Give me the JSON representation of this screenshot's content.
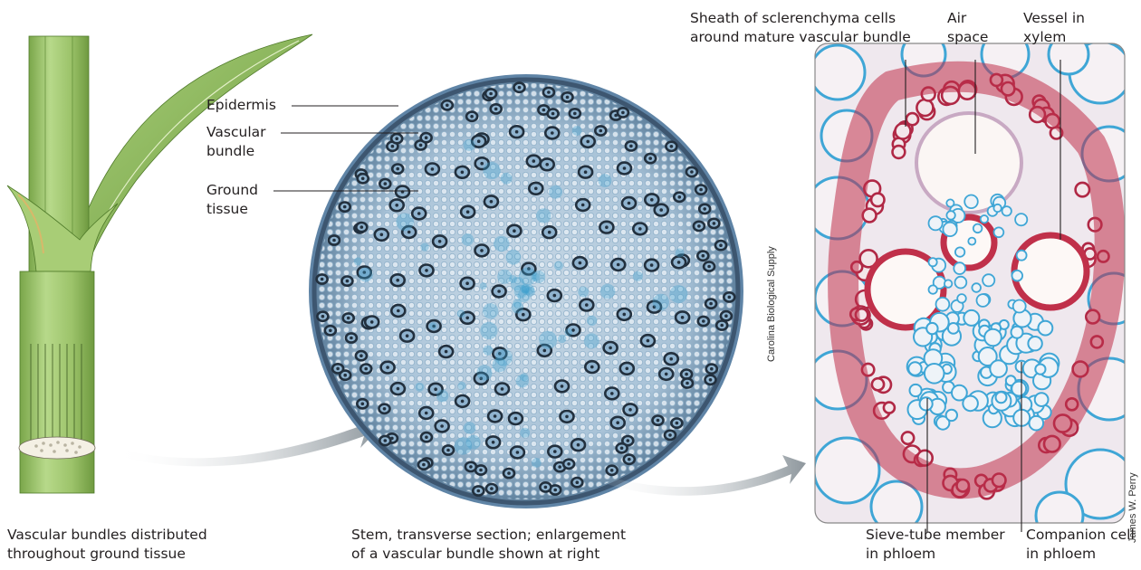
{
  "labels": {
    "epidermis": "Epidermis",
    "vascular_bundle": "Vascular\nbundle",
    "ground_tissue": "Ground\ntissue",
    "sheath": "Sheath of sclerenchyma cells\naround mature vascular bundle",
    "air_space": "Air\nspace",
    "vessel": "Vessel in\nxylem",
    "sieve_tube": "Sieve-tube member\nin phloem",
    "companion": "Companion cell\nin phloem"
  },
  "captions": {
    "left": "Vascular bundles distributed\nthroughout ground tissue",
    "middle": "Stem, transverse section; enlargement\nof a vascular bundle shown at right"
  },
  "credits": {
    "carolina": "Carolina Biological Supply",
    "perry": "James W. Perry"
  },
  "colors": {
    "stem_green": "#9cc36a",
    "section_blue": "#7fa8c8",
    "bundle_dark": "#2a3a4a",
    "xylem_red": "#c0304a",
    "cell_wall_blue": "#3fa6d6",
    "arrow_gray": "#9aa4aa"
  }
}
